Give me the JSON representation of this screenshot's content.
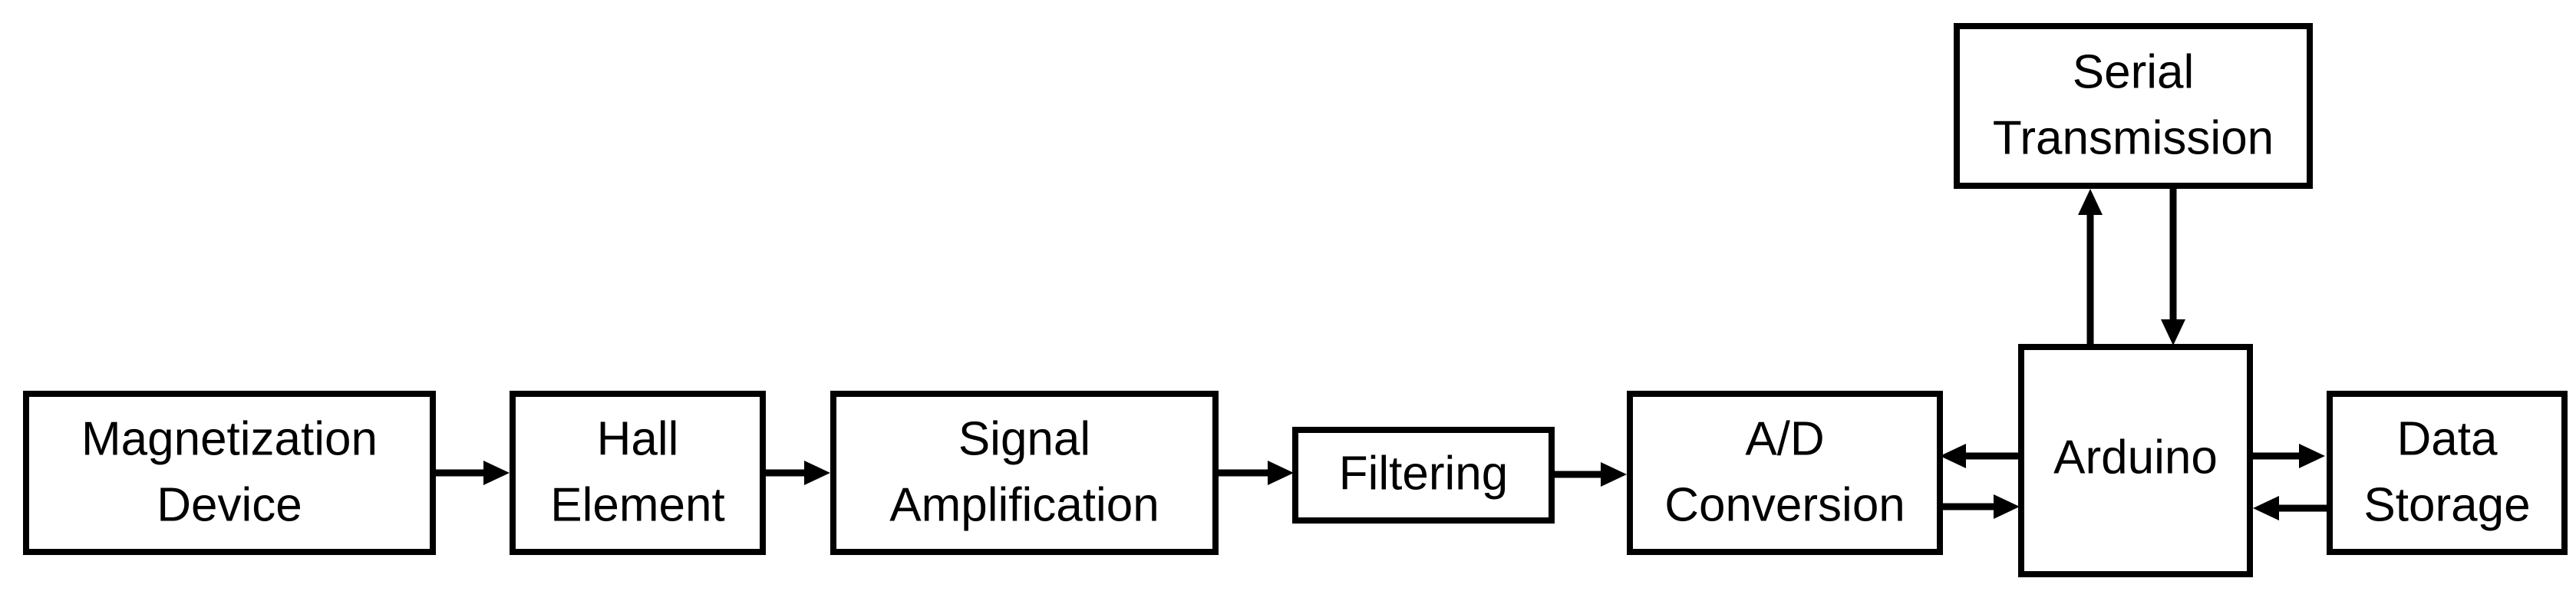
{
  "nodes": {
    "magnetization": {
      "line1": "Magnetization",
      "line2": "Device"
    },
    "hall": {
      "line1": "Hall",
      "line2": "Element"
    },
    "amplification": {
      "line1": "Signal",
      "line2": "Amplification"
    },
    "filtering": {
      "label": "Filtering"
    },
    "ad": {
      "line1": "A/D",
      "line2": "Conversion"
    },
    "arduino": {
      "label": "Arduino"
    },
    "storage": {
      "line1": "Data",
      "line2": "Storage"
    },
    "serial": {
      "line1": "Serial",
      "line2": "Transmission"
    }
  },
  "edges": [
    {
      "from": "Magnetization Device",
      "to": "Hall Element"
    },
    {
      "from": "Hall Element",
      "to": "Signal Amplification"
    },
    {
      "from": "Signal Amplification",
      "to": "Filtering"
    },
    {
      "from": "Filtering",
      "to": "A/D Conversion"
    },
    {
      "from": "A/D Conversion",
      "to": "Arduino"
    },
    {
      "from": "Arduino",
      "to": "A/D Conversion"
    },
    {
      "from": "Arduino",
      "to": "Data Storage"
    },
    {
      "from": "Data Storage",
      "to": "Arduino"
    },
    {
      "from": "Arduino",
      "to": "Serial Transmission"
    },
    {
      "from": "Serial Transmission",
      "to": "Arduino"
    }
  ],
  "colors": {
    "stroke": "#000000",
    "fill": "#ffffff",
    "text": "#000000"
  }
}
